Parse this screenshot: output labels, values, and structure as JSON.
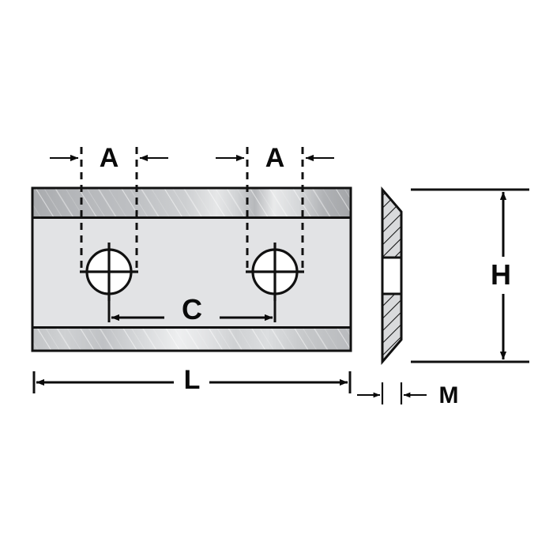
{
  "drawing": {
    "title": "Reversible carbide knife dimensional drawing",
    "background_color": "#ffffff",
    "line_color": "#111111",
    "body_fill": "#e2e3e5",
    "hole_fill": "#ffffff",
    "hatch_fill": "#d7d8da",
    "bevel_gradient": [
      "#a8aaad",
      "#c9cbcd",
      "#f2f3f4",
      "#b9bbbe",
      "#9ea0a3"
    ]
  },
  "views": {
    "front": {
      "name": "front-view",
      "holes": 2,
      "bands": [
        "top-bevel-band",
        "bottom-bevel-band"
      ]
    },
    "side": {
      "name": "side-view",
      "profile": "double-tapered-section",
      "hatching": "45-degree"
    }
  },
  "dimensions": {
    "a_left": "A",
    "a_right": "A",
    "c": "C",
    "l": "L",
    "h": "H",
    "m": "M"
  }
}
